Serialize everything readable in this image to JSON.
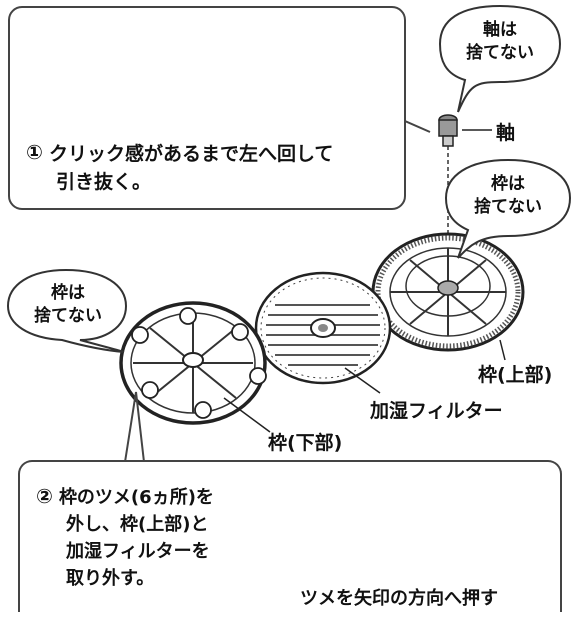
{
  "step1": {
    "number": "①",
    "line1": "クリック感があるまで左へ回して",
    "line2": "引き抜く。"
  },
  "step2": {
    "number": "②",
    "line1": "枠のツメ(6ヵ所)を",
    "line2": "外し、枠(上部)と",
    "line3": "加湿フィルターを",
    "line4": "取り外す。"
  },
  "bubbles": {
    "shaft_keep": [
      "軸は",
      "捨てない"
    ],
    "frame_keep_right": [
      "枠は",
      "捨てない"
    ],
    "frame_keep_left": [
      "枠は",
      "捨てない"
    ]
  },
  "labels": {
    "shaft": "軸",
    "frame_upper": "枠(上部)",
    "filter": "加湿フィルター",
    "frame_lower": "枠(下部)",
    "push_caption": "ツメを矢印の方向へ押す"
  },
  "icons": [
    "rotate-arrow-icon",
    "push-arrow-icon"
  ]
}
